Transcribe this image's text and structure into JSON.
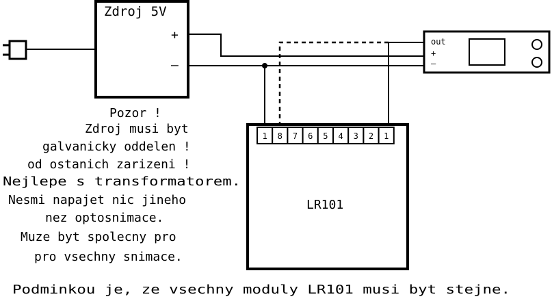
{
  "power_supply": {
    "title": "Zdroj 5V",
    "plus": "+",
    "minus": "–"
  },
  "sensor": {
    "out": "out",
    "plus": "+",
    "minus": "–"
  },
  "module": {
    "name": "LR101",
    "pins": [
      "1",
      "8",
      "7",
      "6",
      "5",
      "4",
      "3",
      "2",
      "1"
    ]
  },
  "warning_lines": [
    "Pozor !",
    "Zdroj musi byt",
    "galvanicky oddelen !",
    "od ostanich zarizeni !",
    "Nejlepe s transformatorem.",
    "Nesmi napajet nic jineho",
    "nez optosnimace.",
    "Muze byt spolecny pro",
    "pro vsechny snimace."
  ],
  "footer": "Podminkou je, ze vsechny moduly LR101 musi byt stejne."
}
